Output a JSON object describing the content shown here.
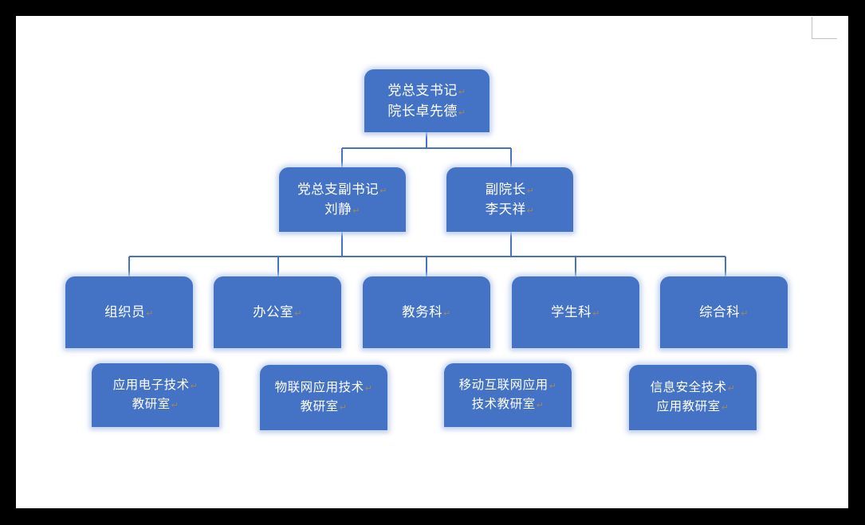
{
  "document": {
    "page_background": "#ffffff",
    "canvas_background": "#000000"
  },
  "theme": {
    "node_fill": "#4472C4",
    "node_text": "#ffffff",
    "connector": "#4472C4",
    "glow": "#c4d4f0",
    "pilcrow": "#b08a4a",
    "margin_marker": "#c2c2c2"
  },
  "chart_data": {
    "type": "diagram",
    "subtype": "organization-chart",
    "title": "",
    "levels": 4,
    "nodes": [
      {
        "id": "n1",
        "level": 1,
        "text": "党总支书记\n院长卓先德",
        "line1": "党总支书记",
        "line2": "院长卓先德"
      },
      {
        "id": "n2",
        "level": 2,
        "text": "党总支副书记\n刘静",
        "line1": "党总支副书记",
        "line2": "刘静"
      },
      {
        "id": "n3",
        "level": 2,
        "text": "副院长\n李天祥",
        "line1": "副院长",
        "line2": "李天祥"
      },
      {
        "id": "n4",
        "level": 3,
        "text": "组织员"
      },
      {
        "id": "n5",
        "level": 3,
        "text": "办公室"
      },
      {
        "id": "n6",
        "level": 3,
        "text": "教务科"
      },
      {
        "id": "n7",
        "level": 3,
        "text": "学生科"
      },
      {
        "id": "n8",
        "level": 3,
        "text": "综合科"
      },
      {
        "id": "n9",
        "level": 4,
        "text": "应用电子技术\n教研室",
        "line1": "应用电子技术",
        "line2": "教研室"
      },
      {
        "id": "n10",
        "level": 4,
        "text": "物联网应用技术\n教研室",
        "line1": "物联网应用技术",
        "line2": "教研室"
      },
      {
        "id": "n11",
        "level": 4,
        "text": "移动互联网应用\n技术教研室",
        "line1": "移动互联网应用",
        "line2": "技术教研室"
      },
      {
        "id": "n12",
        "level": 4,
        "text": "信息安全技术\n应用教研室",
        "line1": "信息安全技术",
        "line2": "应用教研室"
      }
    ],
    "edges": [
      {
        "from": "n1",
        "to": "n2"
      },
      {
        "from": "n1",
        "to": "n3"
      },
      {
        "from": "n2",
        "to": "n4"
      },
      {
        "from": "n2",
        "to": "n5"
      },
      {
        "from": "n2",
        "to": "n6"
      },
      {
        "from": "n2",
        "to": "n7"
      },
      {
        "from": "n2",
        "to": "n8"
      },
      {
        "from": "n3",
        "to": "n4"
      },
      {
        "from": "n3",
        "to": "n5"
      },
      {
        "from": "n3",
        "to": "n6"
      },
      {
        "from": "n3",
        "to": "n7"
      },
      {
        "from": "n3",
        "to": "n8"
      }
    ]
  },
  "nodes": {
    "top": {
      "line1": "党总支书记",
      "line2": "院长卓先德"
    },
    "deputy_secretary": {
      "line1": "党总支副书记",
      "line2": "刘静"
    },
    "vice_dean": {
      "line1": "副院长",
      "line2": "李天祥"
    },
    "dept1": {
      "line1": "组织员"
    },
    "dept2": {
      "line1": "办公室"
    },
    "dept3": {
      "line1": "教务科"
    },
    "dept4": {
      "line1": "学生科"
    },
    "dept5": {
      "line1": "综合科"
    },
    "office1": {
      "line1": "应用电子技术",
      "line2": "教研室"
    },
    "office2": {
      "line1": "物联网应用技术",
      "line2": "教研室"
    },
    "office3": {
      "line1": "移动互联网应用",
      "line2": "技术教研室"
    },
    "office4": {
      "line1": "信息安全技术",
      "line2": "应用教研室"
    }
  },
  "marks": {
    "pilcrow": "↵"
  }
}
